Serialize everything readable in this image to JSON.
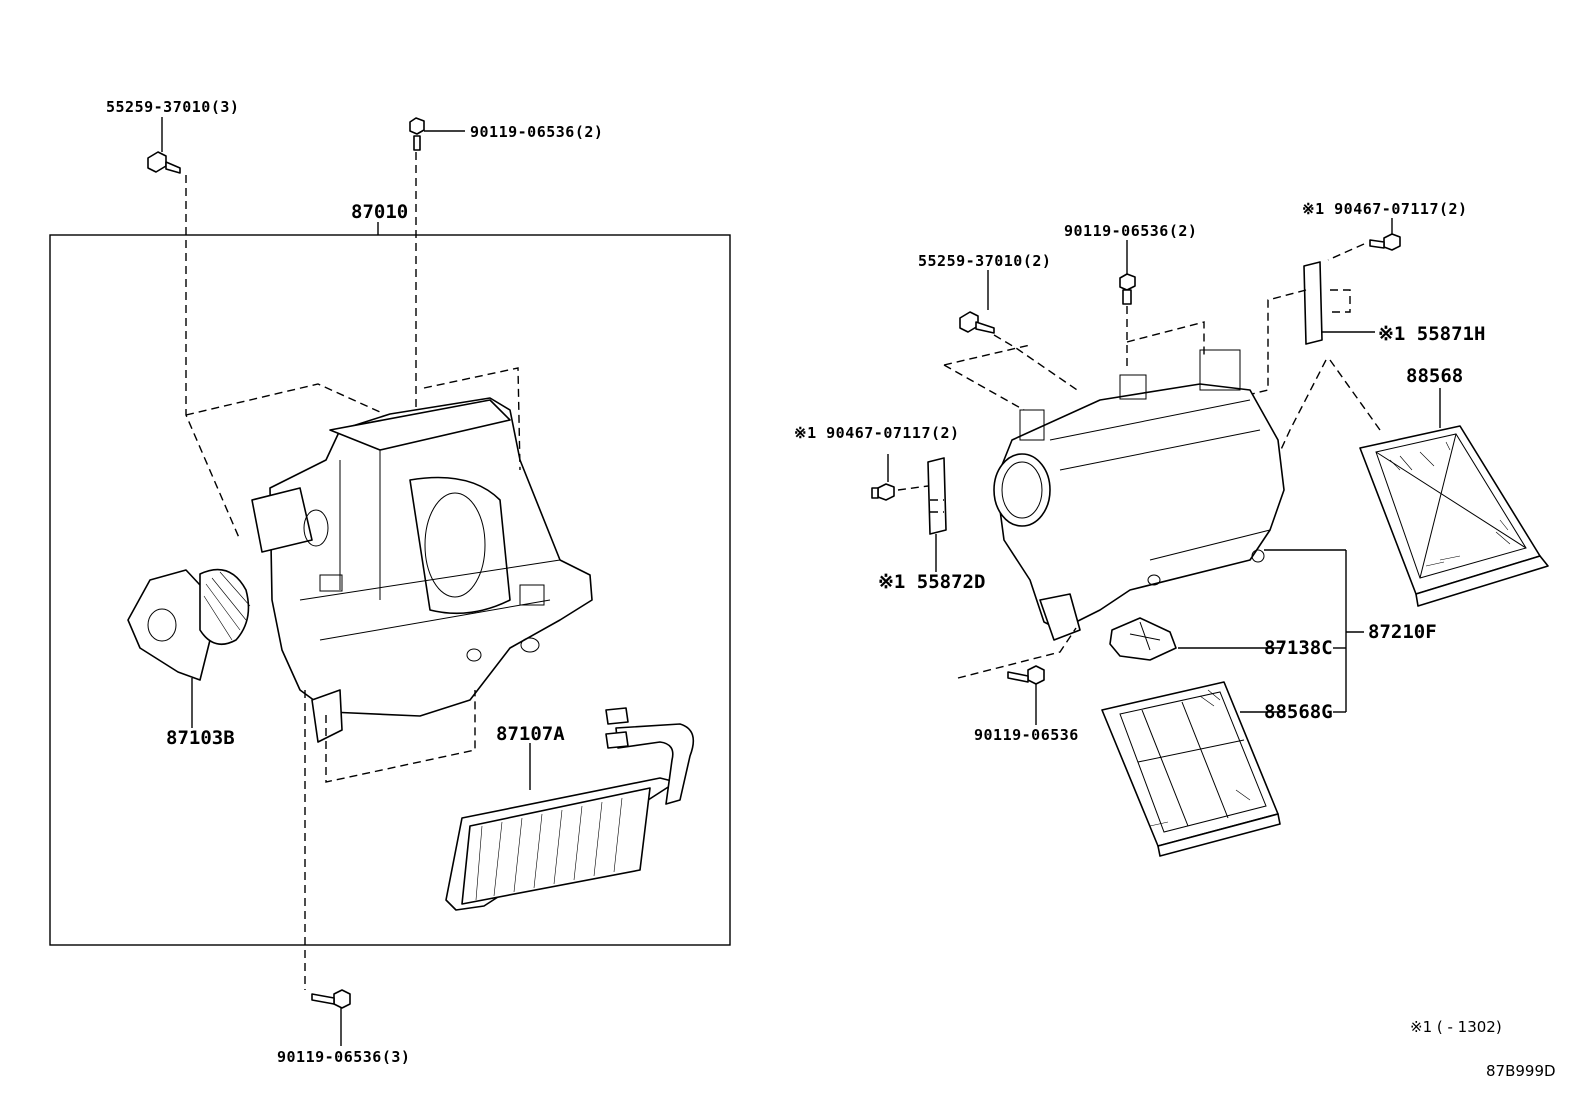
{
  "labels": {
    "left_top_clip": "55259-37010(3)",
    "left_top_screw": "90119-06536(2)",
    "unit_assembly": "87010",
    "blower_motor": "87103B",
    "heater_core": "87107A",
    "left_bottom_screw": "90119-06536(3)",
    "right_top_screw": "90119-06536(2)",
    "right_clip": "55259-37010(2)",
    "right_top_clip_note": "※1 90467-07117(2)",
    "right_top_bracket": "※1 55871H",
    "filter_frame": "88568",
    "left_clip_note": "※1 90467-07117(2)",
    "left_bracket": "※1 55872D",
    "resistor": "87138C",
    "blower_assembly": "87210F",
    "bottom_screw": "90119-06536",
    "filter_element": "88568G",
    "footnote": "※1 (   - 1302)",
    "diagram_code": "87B999D"
  }
}
